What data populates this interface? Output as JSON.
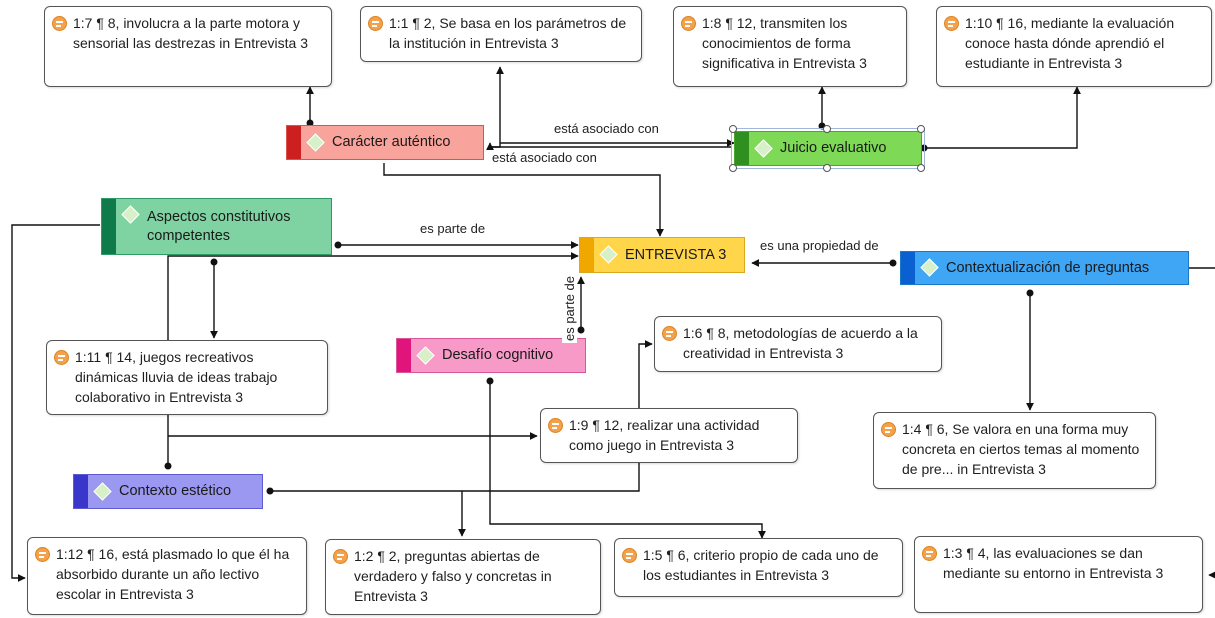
{
  "codes": {
    "caracter": "Carácter auténtico",
    "juicio": "Juicio evaluativo",
    "aspectos": "Aspectos constitutivos competentes",
    "entrevista": "ENTREVISTA 3",
    "contextualizacion": "Contextualización de preguntas",
    "desafio": "Desafío cognitivo",
    "estetico": "Contexto estético"
  },
  "quotes": {
    "q1_7": "1:7 ¶ 8, involucra a la parte motora y sensorial las destrezas in Entrevista 3",
    "q1_1": "1:1 ¶ 2, Se basa en los parámetros de la institución in Entrevista 3",
    "q1_8": "1:8 ¶ 12, transmiten los conocimientos de forma significativa in Entrevista 3",
    "q1_10": "1:10 ¶ 16, mediante la evaluación conoce hasta dónde aprendió el estudiante in Entrevista 3",
    "q1_11": "1:11 ¶ 14, juegos recreativos dinámicas lluvia de ideas trabajo colaborativo in Entrevista 3",
    "q1_6": "1:6 ¶ 8, metodologías de acuerdo a la creatividad in Entrevista 3",
    "q1_9": "1:9 ¶ 12, realizar una actividad como juego in Entrevista 3",
    "q1_4": "1:4 ¶ 6, Se valora en una forma muy concreta en ciertos temas al momento de pre... in Entrevista 3",
    "q1_12": "1:12 ¶ 16, está plasmado lo que él ha absorbido durante un año lectivo escolar in Entrevista 3",
    "q1_2": "1:2 ¶ 2, preguntas abiertas de verdadero y falso y concretas in Entrevista 3",
    "q1_5": "1:5 ¶ 6, criterio propio de cada uno de los estudiantes in Entrevista 3",
    "q1_3": "1:3 ¶ 4, las evaluaciones se dan mediante su entorno in Entrevista 3"
  },
  "relations": {
    "asociado_1": "está asociado con",
    "asociado_2": "está asociado con",
    "parte_de_1": "es parte de",
    "parte_de_2": "es parte de",
    "propiedad": "es una propiedad de"
  },
  "colors": {
    "caracter": "#f8a39b",
    "juicio": "#7ed957",
    "aspectos": "#7fd3a3",
    "entrevista": "#ffd54a",
    "contextualizacion": "#3ea6f5",
    "desafio": "#f79ac8",
    "estetico": "#9a98f0",
    "quote_icon": "#f3a14a"
  },
  "icons": {
    "quote": "quotation-document-icon",
    "code": "diamond-code-icon"
  }
}
